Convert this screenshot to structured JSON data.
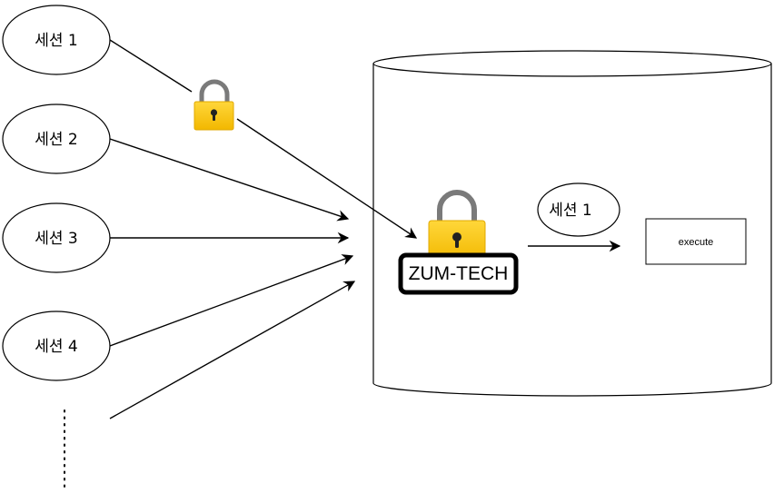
{
  "sessions": [
    {
      "label": "세션 1"
    },
    {
      "label": "세션 2"
    },
    {
      "label": "세션 3"
    },
    {
      "label": "세션 4"
    }
  ],
  "database": {
    "lock_label": "ZUM-TECH",
    "active_session": "세션 1",
    "action_label": "execute"
  },
  "colors": {
    "lock_body": "#f7c400",
    "lock_shackle": "#7a7a7a",
    "stroke": "#000000"
  },
  "icons": {
    "small_lock": "padlock-icon",
    "big_lock": "padlock-icon"
  }
}
